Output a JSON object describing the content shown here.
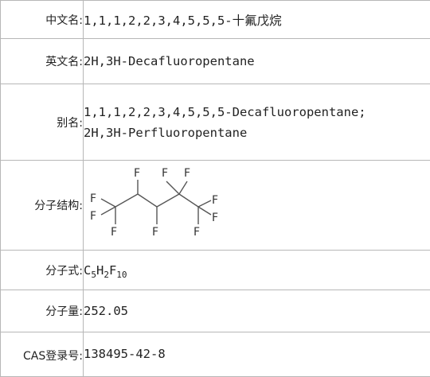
{
  "rows": {
    "chinese_name": {
      "label": "中文名:",
      "value": "1,1,1,2,2,3,4,5,5,5-十氟戊烷"
    },
    "english_name": {
      "label": "英文名:",
      "value": "2H,3H-Decafluoropentane"
    },
    "alias": {
      "label": "别名:",
      "values": [
        "1,1,1,2,2,3,4,5,5,5-Decafluoropentane;",
        "2H,3H-Perfluoropentane"
      ]
    },
    "structure": {
      "label": "分子结构:",
      "atom_labels": [
        "F",
        "F",
        "F",
        "F",
        "F",
        "F",
        "F",
        "F",
        "F",
        "F"
      ]
    },
    "formula": {
      "label": "分子式:",
      "parts": [
        {
          "el": "C",
          "n": "5"
        },
        {
          "el": "H",
          "n": "2"
        },
        {
          "el": "F",
          "n": "10"
        }
      ]
    },
    "weight": {
      "label": "分子量:",
      "value": "252.05"
    },
    "cas": {
      "label": "CAS登录号:",
      "value": "138495-42-8"
    }
  }
}
